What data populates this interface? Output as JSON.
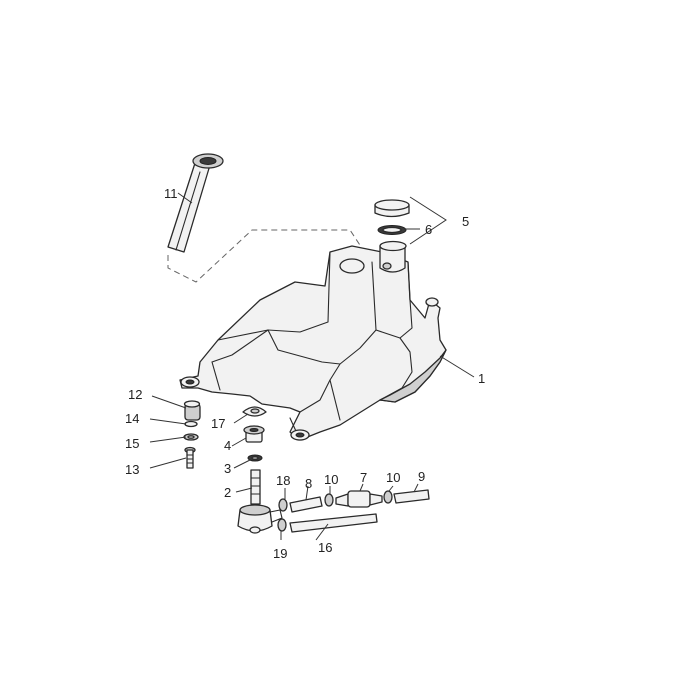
{
  "callouts": {
    "c1": "1",
    "c2": "2",
    "c3": "3",
    "c4": "4",
    "c5": "5",
    "c6": "6",
    "c7": "7",
    "c8": "8",
    "c9": "9",
    "c10a": "10",
    "c10b": "10",
    "c11": "11",
    "c12": "12",
    "c13": "13",
    "c14": "14",
    "c15": "15",
    "c16": "16",
    "c17": "17",
    "c18": "18",
    "c19": "19"
  },
  "colors": {
    "line": "#2a2a2a",
    "fill": "#f2f2f2",
    "background": "#ffffff"
  }
}
